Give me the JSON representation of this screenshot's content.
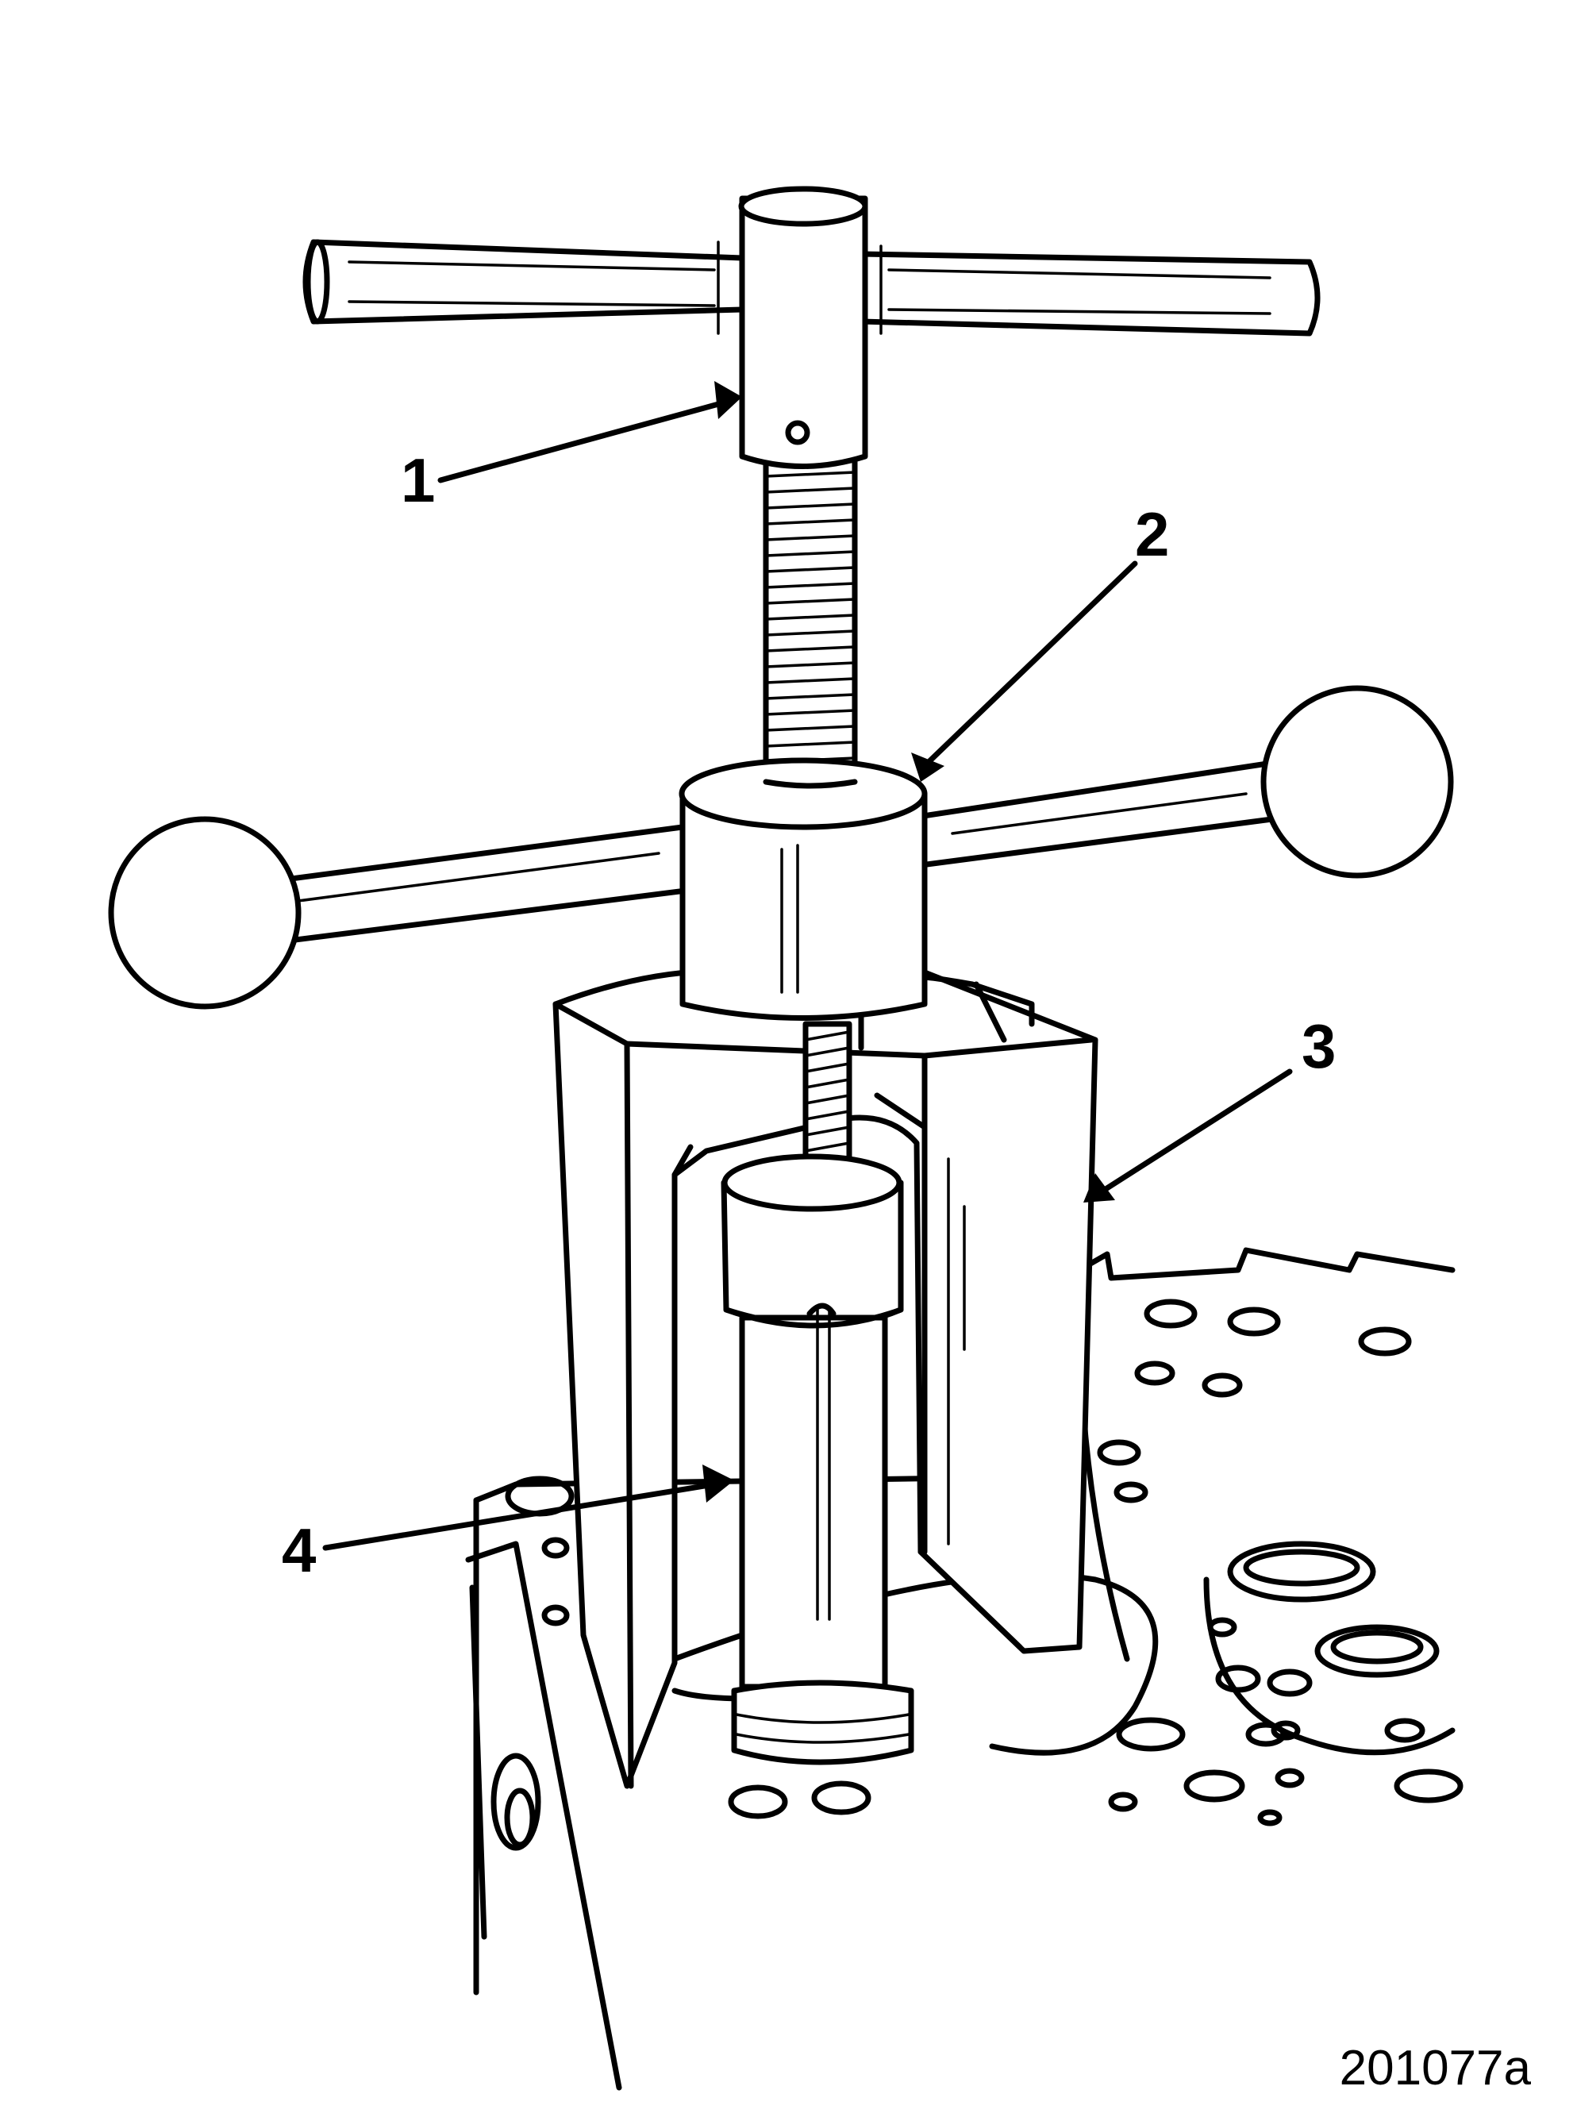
{
  "diagram": {
    "callouts": [
      {
        "id": "1",
        "label": "1"
      },
      {
        "id": "2",
        "label": "2"
      },
      {
        "id": "3",
        "label": "3"
      },
      {
        "id": "4",
        "label": "4"
      }
    ],
    "figure_id": "201077a"
  }
}
